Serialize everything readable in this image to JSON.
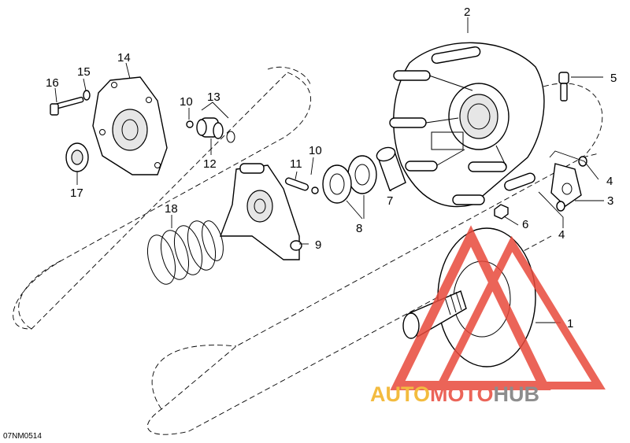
{
  "diagram": {
    "drawing_code": "07NM0514",
    "callouts": [
      {
        "id": "c1",
        "label": "1"
      },
      {
        "id": "c2",
        "label": "2"
      },
      {
        "id": "c3",
        "label": "3"
      },
      {
        "id": "c4a",
        "label": "4"
      },
      {
        "id": "c4b",
        "label": "4"
      },
      {
        "id": "c5",
        "label": "5"
      },
      {
        "id": "c6",
        "label": "6"
      },
      {
        "id": "c7",
        "label": "7"
      },
      {
        "id": "c8",
        "label": "8"
      },
      {
        "id": "c9",
        "label": "9"
      },
      {
        "id": "c10a",
        "label": "10"
      },
      {
        "id": "c10b",
        "label": "10"
      },
      {
        "id": "c11",
        "label": "11"
      },
      {
        "id": "c12",
        "label": "12"
      },
      {
        "id": "c13",
        "label": "13"
      },
      {
        "id": "c14",
        "label": "14"
      },
      {
        "id": "c15",
        "label": "15"
      },
      {
        "id": "c16",
        "label": "16"
      },
      {
        "id": "c17",
        "label": "17"
      },
      {
        "id": "c18",
        "label": "18"
      }
    ]
  },
  "watermark": {
    "part1": "AUTO",
    "part2": "MOTO",
    "part3": "HUB",
    "colors": {
      "auto": "#f2b01e",
      "moto": "#e84a3c",
      "hub": "#7a7a7a",
      "logo": "#e84a3c"
    }
  }
}
